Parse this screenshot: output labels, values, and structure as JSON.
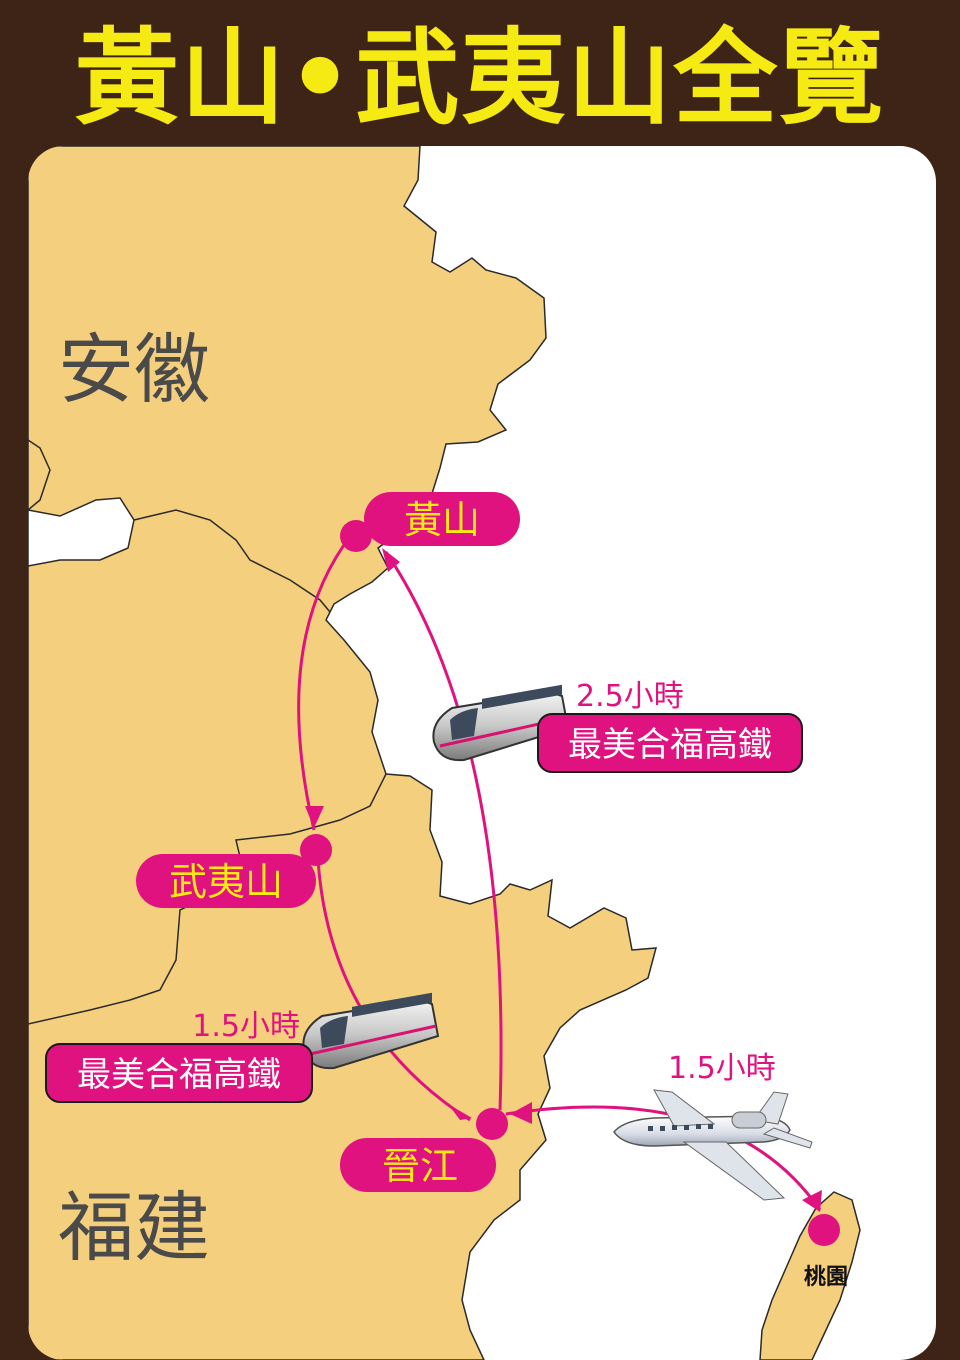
{
  "title": "黃山•武夷山全覽",
  "regions": {
    "anhui": "安徽",
    "fujian": "福建"
  },
  "cities": {
    "huangshan": "黃山",
    "wuyishan": "武夷山",
    "jinjiang": "晉江",
    "taoyuan": "桃園"
  },
  "routes": {
    "hsr_north": {
      "duration": "2.5小時",
      "name": "最美合福高鐵"
    },
    "hsr_south": {
      "duration": "1.5小時",
      "name": "最美合福高鐵"
    },
    "flight": {
      "duration": "1.5小時"
    }
  },
  "colors": {
    "frame": "#3d2417",
    "title": "#f5ea12",
    "land": "#f4cf7e",
    "sea": "#ffffff",
    "route": "#e0127f",
    "label_text": "#f5ea12",
    "region_text": "#4a4a4a"
  },
  "icons": [
    "train-icon",
    "airplane-icon"
  ]
}
